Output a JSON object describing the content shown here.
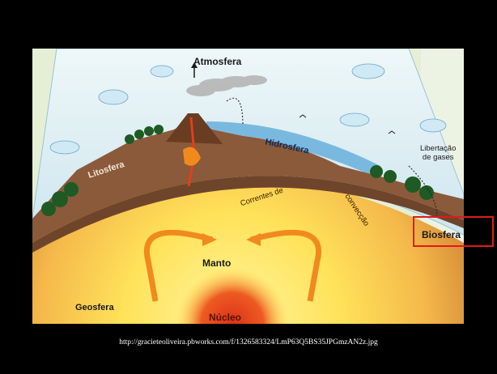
{
  "diagram": {
    "labels": {
      "atmosfera": "Atmosfera",
      "litosfera": "Litosfera",
      "hidrosfera": "Hidrosfera",
      "libertacao": "Libertação\nde gases",
      "correntes": "Correntes de",
      "conveccao": "convecção",
      "biosfera": "Biosfera",
      "manto": "Manto",
      "geosfera": "Geosfera",
      "nucleo": "Núcleo"
    },
    "colors": {
      "page_background": "#000000",
      "sky": "#dbeef6",
      "ocean": "#7ab9df",
      "crust": "#8a5a3a",
      "mantle_outer": "#f2b34a",
      "mantle_inner": "#fff27a",
      "core": "#e8401a",
      "highlight": "#e11a1a"
    }
  },
  "footer": {
    "source_url": "http://gracieteoliveira.pbworks.com/f/1326583324/LmP63Q5BS35JPGmzAN2z.jpg"
  }
}
